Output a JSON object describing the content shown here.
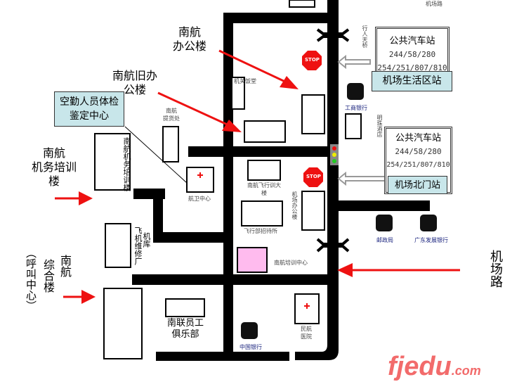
{
  "labels": {
    "nanhang_office": [
      "南航",
      "办公楼"
    ],
    "old_office": [
      "南航旧办",
      "公楼"
    ],
    "training": [
      "南航",
      "机务培训",
      "楼"
    ],
    "complex": [
      "南航",
      "综合楼",
      "（呼叫中心）"
    ],
    "airport_road": "机场路",
    "club": [
      "南联员工",
      "俱乐部"
    ]
  },
  "callouts": {
    "medical": [
      "空勤人员体检",
      "鉴定中心"
    ],
    "living_station": "机场生活区站",
    "north_gate_station": "机场北门站"
  },
  "bus_stops": [
    {
      "title": "公共汽车站",
      "routes": [
        "244/58/280",
        "254/251/807/810"
      ]
    },
    {
      "title": "公共汽车站",
      "routes": [
        "244/58/280",
        "254/251/807/810"
      ]
    }
  ],
  "small_labels": {
    "top_road": "机场路",
    "footbridge": "行人天桥",
    "restaurant": "机关饭堂",
    "icbc": "工商银行",
    "hotel": "明珠酒店",
    "cargo": [
      "南航",
      "提货处"
    ],
    "medical_center": "航卫中心",
    "flight_building": [
      "南航飞行训大",
      "楼"
    ],
    "airport_office": "机场办公楼",
    "flight_hostel": "飞行部招待所",
    "training_center": "南航培训中心",
    "post_office": "邮政局",
    "gdb": "广东发展银行",
    "boc": "中国银行",
    "hospital": [
      "民航",
      "医院"
    ],
    "aircraft_repair": [
      "飞机维修厂",
      "机库"
    ],
    "training_bldg_text": "南航机务培训楼"
  },
  "signs": {
    "stop": "STOP"
  },
  "watermark": {
    "text": "fjedu",
    "suffix": ".com"
  },
  "colors": {
    "road": "#000000",
    "arrow": "#ee1111",
    "callout": "#c8e6ea",
    "watermark": "#f26b6b"
  }
}
